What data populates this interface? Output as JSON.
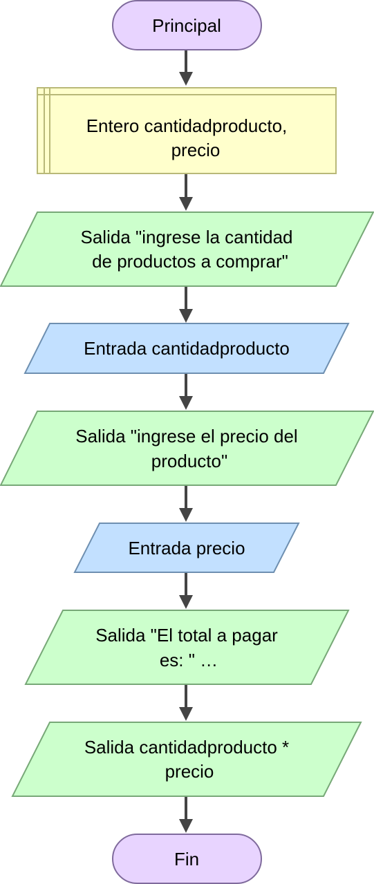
{
  "flowchart": {
    "start": {
      "label": "Principal"
    },
    "declaration": {
      "lines": [
        "Entero cantidadproducto,",
        "precio"
      ]
    },
    "output1": {
      "lines": [
        "Salida \"ingrese la cantidad",
        "de productos a comprar\""
      ]
    },
    "input1": {
      "lines": [
        "Entrada cantidadproducto"
      ]
    },
    "output2": {
      "lines": [
        "Salida \"ingrese el precio del",
        "producto\""
      ]
    },
    "input2": {
      "lines": [
        "Entrada precio"
      ]
    },
    "output3": {
      "lines": [
        "Salida \"El total a pagar",
        "es: \" …"
      ]
    },
    "output4": {
      "lines": [
        "Salida cantidadproducto *",
        "precio"
      ]
    },
    "end": {
      "label": "Fin"
    }
  },
  "colors": {
    "terminal_fill": "#E8D4FF",
    "terminal_stroke": "#7F6A9C",
    "declaration_fill": "#FFFFCC",
    "declaration_stroke": "#B8B878",
    "output_fill": "#CCFFCC",
    "output_stroke": "#77A877",
    "input_fill": "#C2E0FF",
    "input_stroke": "#6E8FB0",
    "arrow": "#444444"
  }
}
